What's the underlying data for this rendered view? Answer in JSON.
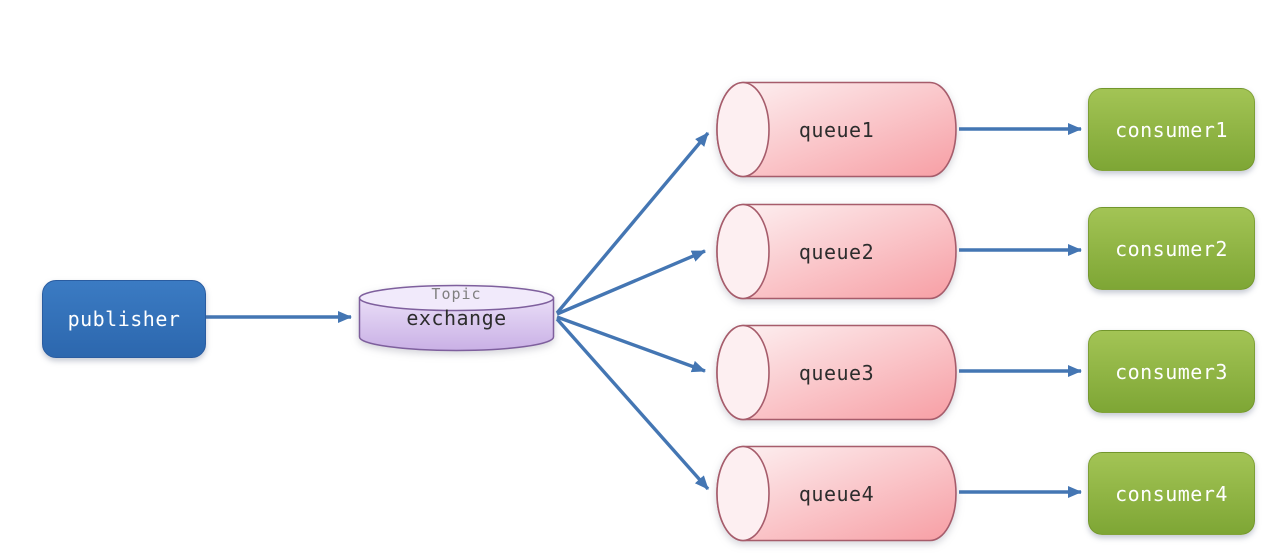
{
  "diagram": {
    "title": "topic-exchange-fanout-diagram",
    "publisher": {
      "label": "publisher"
    },
    "exchange": {
      "type_label": "Topic",
      "label": "exchange"
    },
    "queues": [
      {
        "label": "queue1"
      },
      {
        "label": "queue2"
      },
      {
        "label": "queue3"
      },
      {
        "label": "queue4"
      }
    ],
    "consumers": [
      {
        "label": "consumer1"
      },
      {
        "label": "consumer2"
      },
      {
        "label": "consumer3"
      },
      {
        "label": "consumer4"
      }
    ],
    "colors": {
      "publisher_blue": "#2f6db6",
      "consumer_green": "#8cb23f",
      "queue_pink": "#f8a6aa",
      "queue_border": "#a65c6b",
      "exchange_lavender": "#d9c4ee",
      "exchange_border": "#7e5f9d",
      "arrow_blue": "#4476b3",
      "background": "#ffffff"
    }
  }
}
